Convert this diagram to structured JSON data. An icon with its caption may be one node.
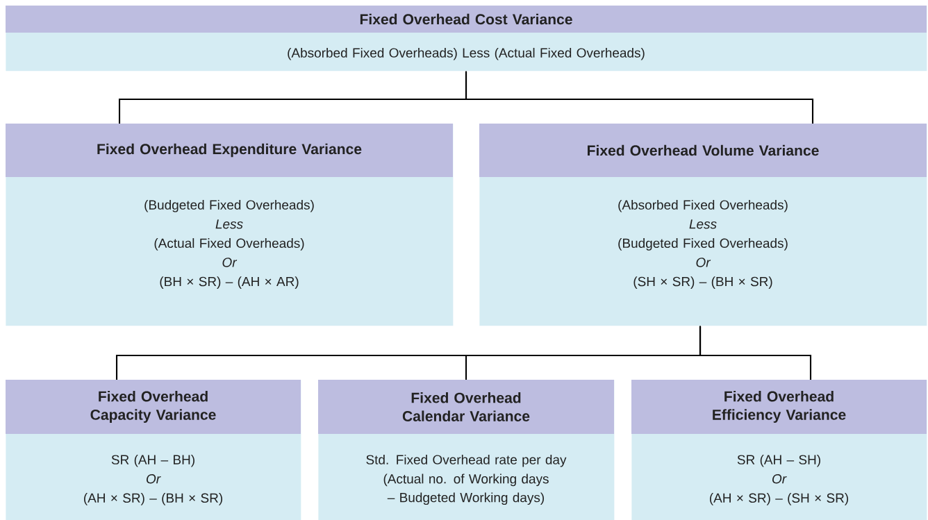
{
  "diagram": {
    "nodes": [
      {
        "text": [
          "Fixed Overhead Cost Variance",
          "(Absorbed Fixed Overheads) Less (Actual Fixed Overheads)"
        ]
      },
      {
        "text": [
          "Fixed Overhead Expenditure Variance",
          "(Budgeted Fixed Overheads)",
          "Less",
          "(Actual Fixed Overheads)",
          "Or",
          "(BH × SR) – (AH × AR)"
        ]
      },
      {
        "text": [
          "Fixed Overhead Volume Variance",
          "(Absorbed Fixed Overheads)",
          "Less",
          "(Budgeted Fixed Overheads)",
          "Or",
          "(SH × SR) – (BH × SR)"
        ]
      },
      {
        "text": [
          "Fixed Overhead Capacity Variance",
          "SR (AH – BH)",
          "Or",
          "(AH × SR) – (BH × SR)"
        ]
      },
      {
        "text": [
          "Fixed Overhead Calendar Variance",
          "Std. Fixed Overhead rate per day",
          "(Actual no. of Working days – Budgeted Working days)"
        ]
      },
      {
        "text": [
          "Fixed Overhead Efficiency Variance",
          "SR (AH – SH)",
          "Or",
          "(AH × SR) – (SH × SR)"
        ]
      }
    ],
    "edges": [
      {
        "from": 0,
        "to": 1,
        "arrow": "none"
      },
      {
        "from": 0,
        "to": 2,
        "arrow": "none"
      },
      {
        "from": 2,
        "to": 3,
        "arrow": "none"
      },
      {
        "from": 2,
        "to": 4,
        "arrow": "none"
      },
      {
        "from": 2,
        "to": 5,
        "arrow": "none"
      }
    ]
  }
}
